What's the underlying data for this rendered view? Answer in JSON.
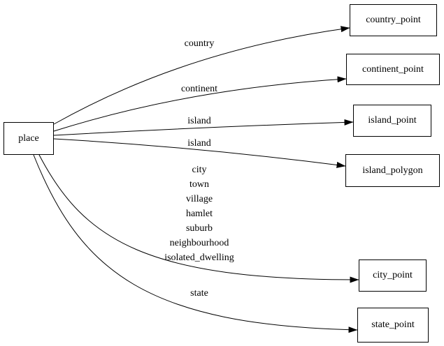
{
  "diagram": {
    "type": "directed-graph",
    "background_color": "#ffffff",
    "edge_color": "#000000",
    "node_border_color": "#000000",
    "text_color": "#000000",
    "nodes": {
      "place": {
        "label": "place"
      },
      "country_point": {
        "label": "country_point"
      },
      "continent_point": {
        "label": "continent_point"
      },
      "island_point": {
        "label": "island_point"
      },
      "island_polygon": {
        "label": "island_polygon"
      },
      "city_point": {
        "label": "city_point"
      },
      "state_point": {
        "label": "state_point"
      }
    },
    "edges": [
      {
        "from": "place",
        "to": "country_point",
        "label": "country"
      },
      {
        "from": "place",
        "to": "continent_point",
        "label": "continent"
      },
      {
        "from": "place",
        "to": "island_point",
        "label": "island"
      },
      {
        "from": "place",
        "to": "island_polygon",
        "label": "island"
      },
      {
        "from": "place",
        "to": "city_point",
        "label_lines": [
          "city",
          "town",
          "village",
          "hamlet",
          "suburb",
          "neighbourhood",
          "isolated_dwelling"
        ]
      },
      {
        "from": "place",
        "to": "state_point",
        "label": "state"
      }
    ]
  }
}
